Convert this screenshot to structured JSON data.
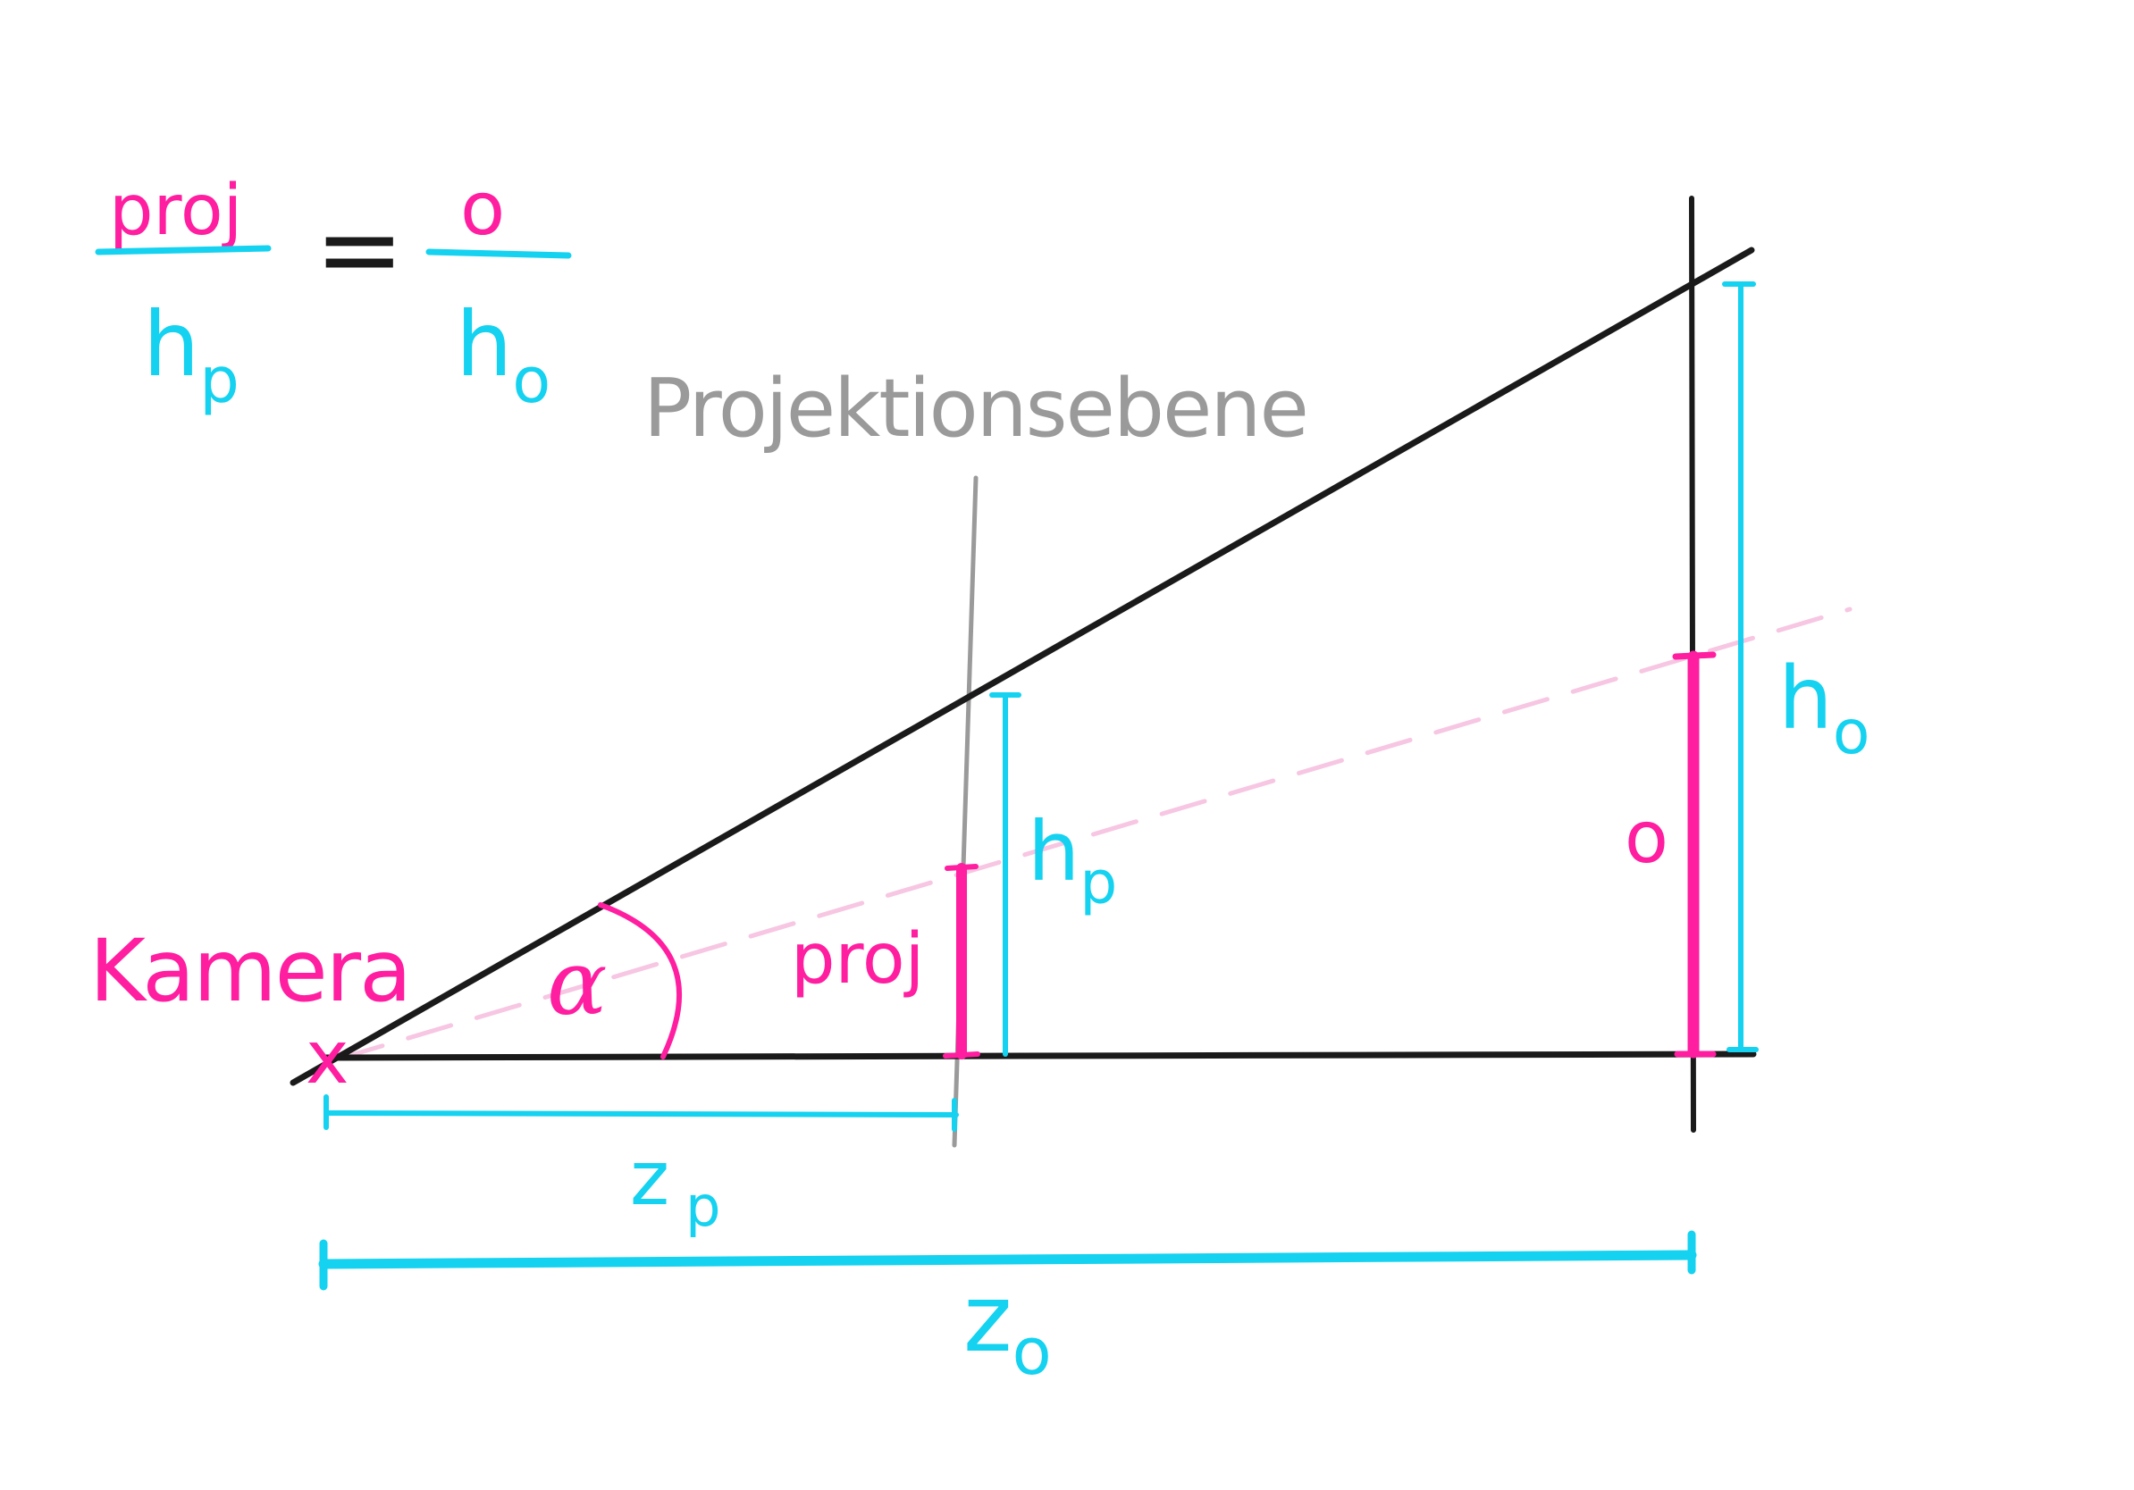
{
  "colors": {
    "background": "#ffffff",
    "ink": "#1a1a1a",
    "pink": "#ff1ea0",
    "pink_dashed": "#f7c6e2",
    "cyan": "#14d2f0",
    "gray": "#9a9a9a"
  },
  "formula": {
    "num_left": "proj",
    "den_left": "h",
    "den_left_sub": "p",
    "equals": "=",
    "num_right": "o",
    "den_right": "h",
    "den_right_sub": "o"
  },
  "labels": {
    "projection_plane": "Projektionsebene",
    "camera": "Kamera",
    "camera_mark": "x",
    "angle": "α",
    "proj": "proj",
    "hp": "h",
    "hp_sub": "p",
    "o": "o",
    "ho": "h",
    "ho_sub": "o",
    "zp": "z",
    "zp_sub": "p",
    "zo": "z",
    "zo_sub": "o"
  }
}
